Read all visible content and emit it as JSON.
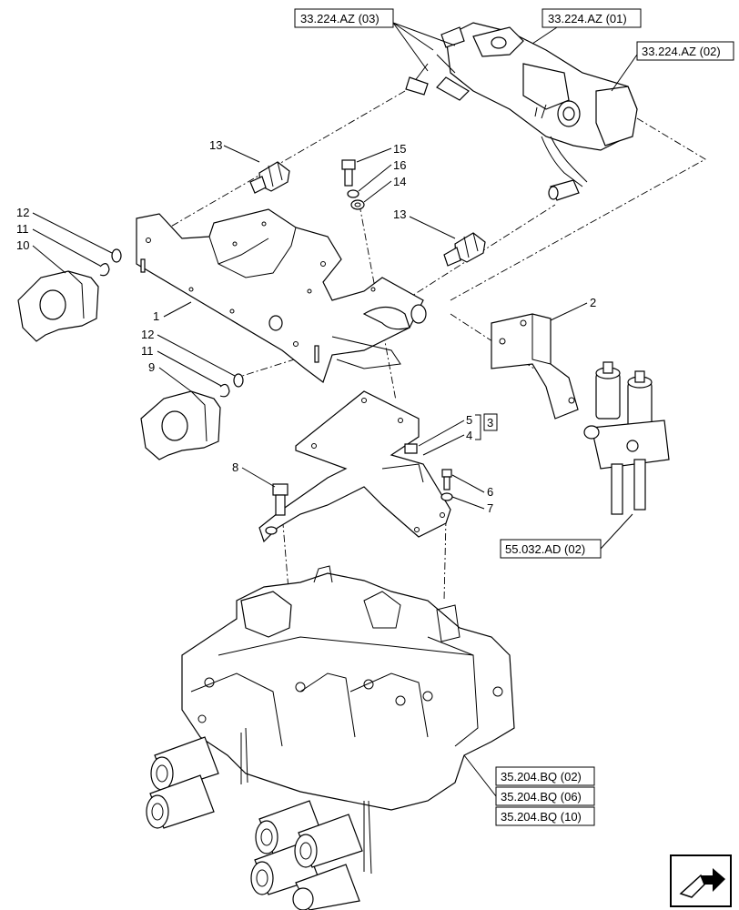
{
  "refs": {
    "r1": "33.224.AZ (03)",
    "r2": "33.224.AZ (01)",
    "r3": "33.224.AZ (02)",
    "r4": "55.032.AD (02)",
    "r5": "35.204.BQ (02)",
    "r6": "35.204.BQ (06)",
    "r7": "35.204.BQ (10)"
  },
  "callouts": {
    "c13a": "13",
    "c15": "15",
    "c16": "16",
    "c14": "14",
    "c13b": "13",
    "c12a": "12",
    "c11a": "11",
    "c10": "10",
    "c1": "1",
    "c2": "2",
    "c12b": "12",
    "c11b": "11",
    "c9": "9",
    "c5": "5",
    "c4": "4",
    "c3": "3",
    "c8": "8",
    "c6": "6",
    "c7": "7"
  },
  "nav_icon": "next-page-arrow-icon"
}
